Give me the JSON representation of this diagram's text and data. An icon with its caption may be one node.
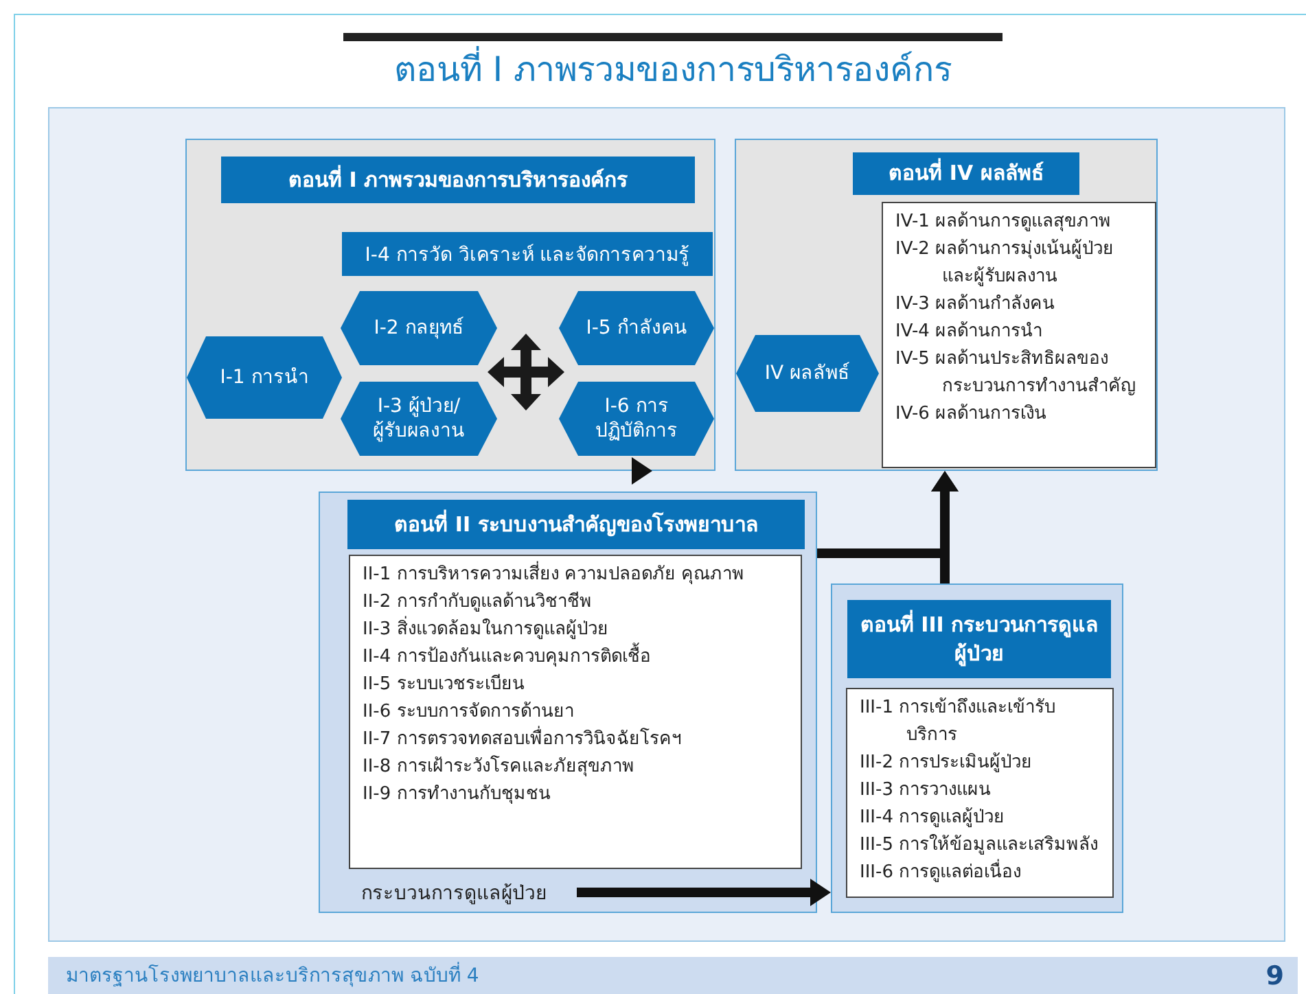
{
  "diagram": {
    "title": "ตอนที่ I ภาพรวมของการบริหารองค์กร",
    "nodes": [
      {
        "text": [
          "ตอนที่ I ภาพรวมของการบริหารองค์กร"
        ]
      },
      {
        "text": [
          "I-4 การวัด วิเคราะห์ และจัดการความรู้"
        ],
        "in": 0
      },
      {
        "text": [
          "I-1 การนำ"
        ],
        "in": 0
      },
      {
        "text": [
          "I-2 กลยุทธ์"
        ],
        "in": 0
      },
      {
        "text": [
          "I-3 ผู้ป่วย/ ผู้รับผลงาน"
        ],
        "in": 0
      },
      {
        "text": [
          "I-5 กำลังคน"
        ],
        "in": 0
      },
      {
        "text": [
          "I-6 การปฏิบัติการ"
        ],
        "in": 0
      },
      {
        "text": [
          "ตอนที่ IV ผลลัพธ์"
        ]
      },
      {
        "text": [
          "IV ผลลัพธ์"
        ],
        "in": 7
      },
      {
        "text": [
          "IV-1 ผลด้านการดูแลสุขภาพ",
          "IV-2 ผลด้านการมุ่งเน้นผู้ป่วย และผู้รับผลงาน",
          "IV-3 ผลด้านกำลังคน",
          "IV-4 ผลด้านการนำ",
          "IV-5 ผลด้านประสิทธิผลของ กระบวนการทำงานสำคัญ",
          "IV-6 ผลด้านการเงิน"
        ],
        "in": 7
      },
      {
        "text": [
          "ตอนที่ II ระบบงานสำคัญของโรงพยาบาล"
        ]
      },
      {
        "text": [
          "II-1 การบริหารความเสี่ยง ความปลอดภัย คุณภาพ",
          "II-2 การกำกับดูแลด้านวิชาชีพ",
          "II-3 สิ่งแวดล้อมในการดูแลผู้ป่วย",
          "II-4 การป้องกันและควบคุมการติดเชื้อ",
          "II-5 ระบบเวชระเบียน",
          "II-6 ระบบการจัดการด้านยา",
          "II-7 การตรวจทดสอบเพื่อการวินิจฉัยโรคฯ",
          "II-8 การเฝ้าระวังโรคและภัยสุขภาพ",
          "II-9 การทำงานกับชุมชน"
        ],
        "in": 10
      },
      {
        "text": [
          "กระบวนการดูแลผู้ป่วย"
        ],
        "in": 10
      },
      {
        "text": [
          "ตอนที่ III กระบวนการดูแลผู้ป่วย"
        ]
      },
      {
        "text": [
          "III-1 การเข้าถึงและเข้ารับบริการ",
          "III-2 การประเมินผู้ป่วย",
          "III-3 การวางแผน",
          "III-4 การดูแลผู้ป่วย",
          "III-5 การให้ข้อมูลและเสริมพลัง",
          "III-6 การดูแลต่อเนื่อง"
        ],
        "in": 13
      }
    ],
    "edges": [
      {
        "from": 0,
        "to": 10,
        "arrow": "to"
      },
      {
        "from": 10,
        "to": 7,
        "arrow": "to"
      },
      {
        "from": 13,
        "to": 7,
        "arrow": "to"
      },
      {
        "from": 12,
        "to": 13,
        "arrow": "to"
      }
    ],
    "labels": [
      "มาตรฐานโรงพยาบาลและบริการสุขภาพ ฉบับที่ 4",
      "9"
    ]
  }
}
